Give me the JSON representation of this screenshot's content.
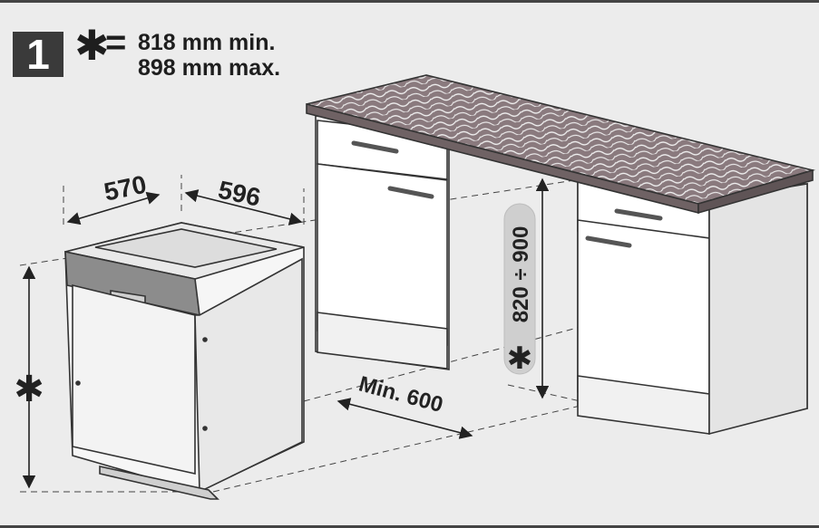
{
  "step": {
    "number": "1"
  },
  "legend": {
    "symbol": "✱",
    "equals": "=",
    "min_text": "818 mm min.",
    "max_text": "898 mm max."
  },
  "dimensions": {
    "depth": "570",
    "width": "596",
    "min_gap": "Min. 600",
    "height_range": "820 ÷ 900",
    "height_symbol": "✱"
  },
  "colors": {
    "background": "#ececec",
    "outline": "#333333",
    "countertop": "#8a7a7e",
    "dishwasher_panel": "#8c8c8c",
    "badge": "#3a3a3a",
    "height_pill": "#cfcfcf"
  }
}
